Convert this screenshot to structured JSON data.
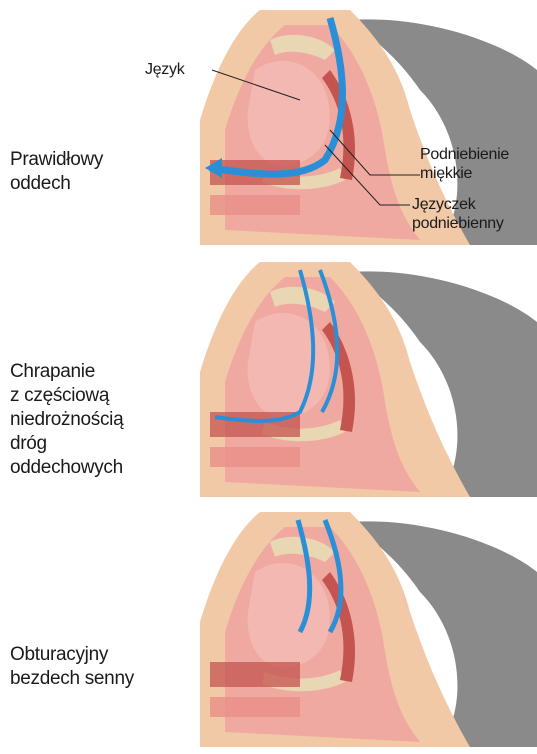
{
  "panels": [
    {
      "label_lines": [
        "Prawidłowy",
        "oddech"
      ]
    },
    {
      "label_lines": [
        "Chrapanie",
        "z częściową",
        "niedrożnością",
        "dróg",
        "oddechowych"
      ]
    },
    {
      "label_lines": [
        "Obturacyjny",
        "bezdech senny"
      ]
    }
  ],
  "callouts": {
    "tongue": "Język",
    "soft_palate": [
      "Podniebienie",
      "miękkie"
    ],
    "uvula": [
      "Języczek",
      "podniebienny"
    ]
  },
  "colors": {
    "head_gray": "#8a8a8a",
    "skin": "#f2c9a6",
    "tissue_pink": "#f0a3a0",
    "tongue_pink": "#f4b8b3",
    "muscle_red": "#c4544f",
    "bone_tan": "#e9d6b3",
    "airflow_blue": "#2a8fd6"
  }
}
